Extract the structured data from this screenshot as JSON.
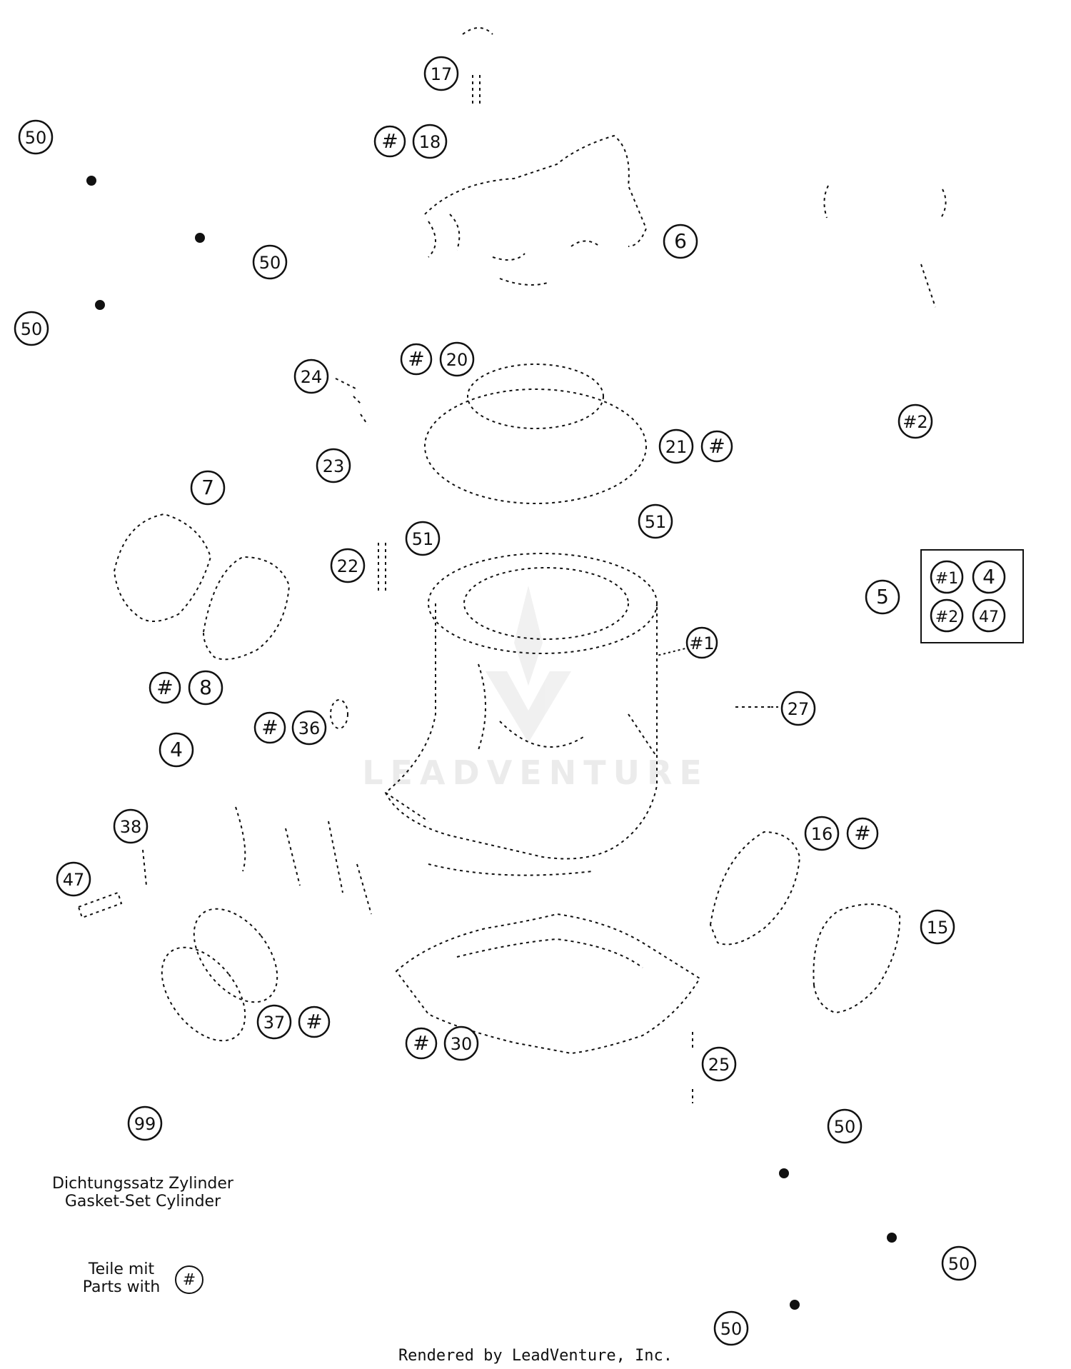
{
  "callouts": [
    {
      "id": "c17",
      "label": "17"
    },
    {
      "id": "c50a",
      "label": "50"
    },
    {
      "id": "c18h",
      "label": "#"
    },
    {
      "id": "c18",
      "label": "18"
    },
    {
      "id": "c6",
      "label": "6"
    },
    {
      "id": "c50b",
      "label": "50"
    },
    {
      "id": "c50c",
      "label": "50"
    },
    {
      "id": "c20h",
      "label": "#"
    },
    {
      "id": "c20",
      "label": "20"
    },
    {
      "id": "c24",
      "label": "24"
    },
    {
      "id": "c21",
      "label": "21"
    },
    {
      "id": "c21h",
      "label": "#"
    },
    {
      "id": "c2",
      "label": "#2"
    },
    {
      "id": "c23",
      "label": "23"
    },
    {
      "id": "c7",
      "label": "7"
    },
    {
      "id": "c51a",
      "label": "51"
    },
    {
      "id": "c51b",
      "label": "51"
    },
    {
      "id": "c22",
      "label": "22"
    },
    {
      "id": "c5",
      "label": "5"
    },
    {
      "id": "c1",
      "label": "#1"
    },
    {
      "id": "c8h",
      "label": "#"
    },
    {
      "id": "c8",
      "label": "8"
    },
    {
      "id": "c27",
      "label": "27"
    },
    {
      "id": "c36h",
      "label": "#"
    },
    {
      "id": "c36",
      "label": "36"
    },
    {
      "id": "c4",
      "label": "4"
    },
    {
      "id": "c16",
      "label": "16"
    },
    {
      "id": "c16h",
      "label": "#"
    },
    {
      "id": "c38",
      "label": "38"
    },
    {
      "id": "c47",
      "label": "47"
    },
    {
      "id": "c15",
      "label": "15"
    },
    {
      "id": "c37",
      "label": "37"
    },
    {
      "id": "c37h",
      "label": "#"
    },
    {
      "id": "c30h",
      "label": "#"
    },
    {
      "id": "c30",
      "label": "30"
    },
    {
      "id": "c25",
      "label": "25"
    },
    {
      "id": "c99",
      "label": "99"
    },
    {
      "id": "c50d",
      "label": "50"
    },
    {
      "id": "c50e",
      "label": "50"
    },
    {
      "id": "c50f",
      "label": "50"
    }
  ],
  "kit_box": {
    "items": [
      "#1",
      "4",
      "#2",
      "47"
    ]
  },
  "notes": {
    "gasket_de": "Dichtungssatz Zylinder",
    "gasket_en": "Gasket-Set Cylinder",
    "parts_de": "Teile mit",
    "parts_en": "Parts with",
    "parts_marker": "#"
  },
  "watermark": "LEADVENTURE",
  "footer": "Rendered by LeadVenture, Inc."
}
